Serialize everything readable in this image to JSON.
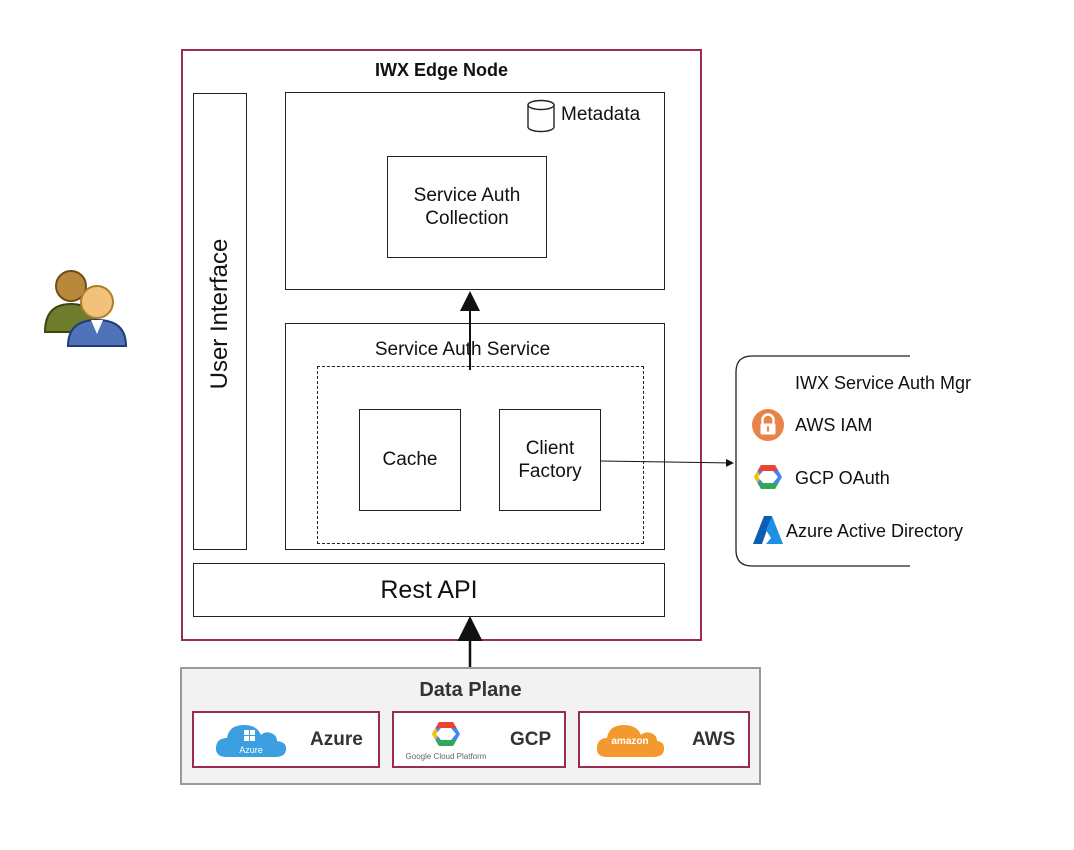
{
  "edge_node": {
    "title": "IWX Edge Node",
    "user_interface": "User Interface",
    "metadata": {
      "label": "Metadata",
      "collection": "Service Auth Collection"
    },
    "service": {
      "title": "Service Auth Service",
      "cache": "Cache",
      "client_factory": "Client Factory"
    },
    "rest_api": "Rest API"
  },
  "auth_mgr": {
    "title": "IWX Service Auth Mgr",
    "providers": [
      {
        "label": "AWS IAM",
        "icon": "lock-icon",
        "color": "#e8834a"
      },
      {
        "label": "GCP OAuth",
        "icon": "gcp-hexagon-icon",
        "color": "#4285f4"
      },
      {
        "label": "Azure Active Directory",
        "icon": "azure-a-icon",
        "color": "#0078d4"
      }
    ]
  },
  "data_plane": {
    "title": "Data Plane",
    "clouds": [
      {
        "label": "Azure",
        "logo_text": "Azure",
        "color": "#3b9fe0"
      },
      {
        "label": "GCP",
        "logo_text": "Google Cloud Platform",
        "color": "#4285f4"
      },
      {
        "label": "AWS",
        "logo_text": "amazon",
        "color": "#f29a2e"
      }
    ]
  },
  "colors": {
    "edge_border": "#9b2b4f",
    "panel_bg": "#f2f2f2",
    "panel_border": "#999999"
  }
}
